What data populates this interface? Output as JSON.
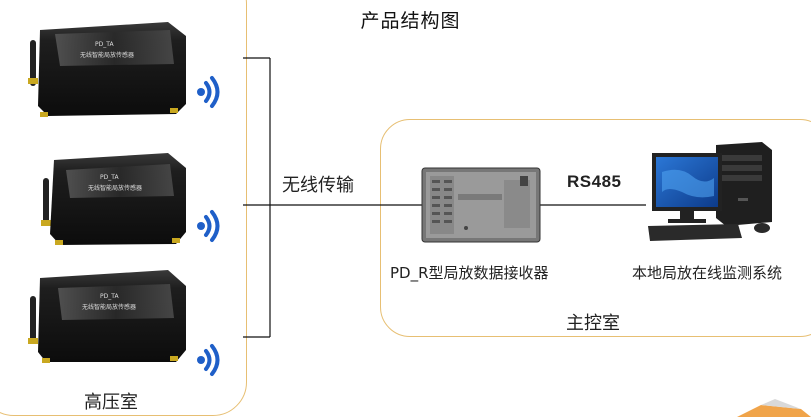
{
  "title": "产品结构图",
  "rooms": {
    "high_voltage": "高压室",
    "main_control": "主控室"
  },
  "link_labels": {
    "wireless": "无线传输",
    "serial": "RS485"
  },
  "devices": {
    "sensor_label": "无线智能局放传感器",
    "sensor_model": "PD_TA",
    "receiver_label": "PD_R型局放数据接收器",
    "system_label": "本地局放在线监测系统"
  },
  "colors": {
    "room_border": "#e7bf73",
    "wifi_blue": "#1f5fc8",
    "sensor_body": "#1c1c1c"
  }
}
